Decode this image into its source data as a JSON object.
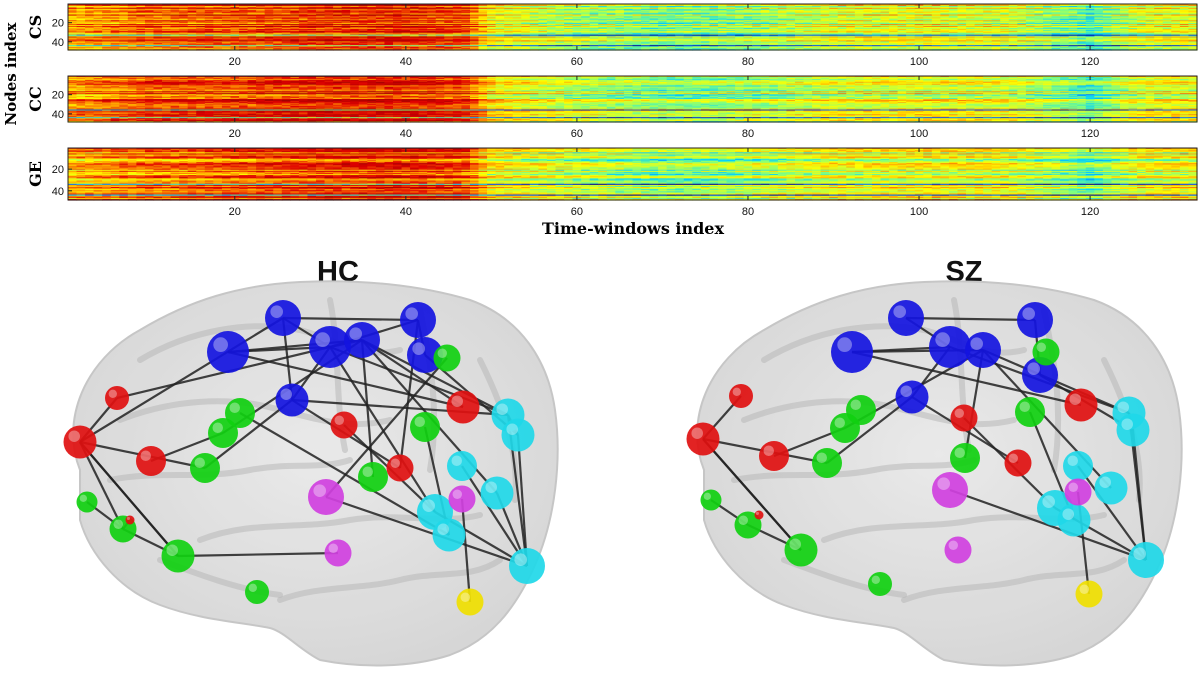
{
  "heatmap_panel": {
    "y_axis_title": "Nodes index",
    "x_axis_title": "Time-windows index"
  },
  "chart_data": [
    {
      "type": "heatmap",
      "panel": "CS",
      "title": "CS",
      "x_ticks": [
        20,
        40,
        60,
        80,
        100,
        120
      ],
      "y_ticks": [
        20,
        40
      ],
      "xlim": [
        1,
        132
      ],
      "ylim": [
        1,
        48
      ],
      "colormap": [
        "#00008f",
        "#0050ff",
        "#00d0ff",
        "#80ff80",
        "#ffff00",
        "#ff9000",
        "#e00000",
        "#a00000"
      ],
      "intensity_profile": [
        {
          "x": 1,
          "v": 0.7
        },
        {
          "x": 10,
          "v": 0.78
        },
        {
          "x": 20,
          "v": 0.8
        },
        {
          "x": 30,
          "v": 0.84
        },
        {
          "x": 40,
          "v": 0.85
        },
        {
          "x": 47,
          "v": 0.82
        },
        {
          "x": 50,
          "v": 0.6
        },
        {
          "x": 60,
          "v": 0.5
        },
        {
          "x": 70,
          "v": 0.45
        },
        {
          "x": 80,
          "v": 0.48
        },
        {
          "x": 90,
          "v": 0.56
        },
        {
          "x": 100,
          "v": 0.58
        },
        {
          "x": 110,
          "v": 0.56
        },
        {
          "x": 118,
          "v": 0.45
        },
        {
          "x": 120,
          "v": 0.4
        },
        {
          "x": 125,
          "v": 0.55
        },
        {
          "x": 132,
          "v": 0.58
        }
      ],
      "low_rows": [
        33,
        44
      ]
    },
    {
      "type": "heatmap",
      "panel": "CC",
      "title": "CC",
      "x_ticks": [
        20,
        40,
        60,
        80,
        100,
        120
      ],
      "y_ticks": [
        20,
        40
      ],
      "xlim": [
        1,
        132
      ],
      "ylim": [
        1,
        48
      ],
      "colormap": [
        "#00008f",
        "#0050ff",
        "#00d0ff",
        "#80ff80",
        "#ffff00",
        "#ff9000",
        "#e00000",
        "#a00000"
      ],
      "intensity_profile": [
        {
          "x": 1,
          "v": 0.72
        },
        {
          "x": 10,
          "v": 0.8
        },
        {
          "x": 20,
          "v": 0.82
        },
        {
          "x": 30,
          "v": 0.85
        },
        {
          "x": 40,
          "v": 0.86
        },
        {
          "x": 47,
          "v": 0.82
        },
        {
          "x": 50,
          "v": 0.62
        },
        {
          "x": 60,
          "v": 0.52
        },
        {
          "x": 70,
          "v": 0.46
        },
        {
          "x": 80,
          "v": 0.48
        },
        {
          "x": 90,
          "v": 0.56
        },
        {
          "x": 100,
          "v": 0.57
        },
        {
          "x": 110,
          "v": 0.56
        },
        {
          "x": 118,
          "v": 0.45
        },
        {
          "x": 120,
          "v": 0.4
        },
        {
          "x": 125,
          "v": 0.56
        },
        {
          "x": 132,
          "v": 0.58
        }
      ],
      "low_rows": [
        36,
        44
      ]
    },
    {
      "type": "heatmap",
      "panel": "GE",
      "title": "GE",
      "x_ticks": [
        20,
        40,
        60,
        80,
        100,
        120
      ],
      "y_ticks": [
        20,
        40
      ],
      "xlim": [
        1,
        132
      ],
      "ylim": [
        1,
        48
      ],
      "colormap": [
        "#00008f",
        "#0050ff",
        "#00d0ff",
        "#80ff80",
        "#ffff00",
        "#ff9000",
        "#e00000",
        "#a00000"
      ],
      "intensity_profile": [
        {
          "x": 1,
          "v": 0.66
        },
        {
          "x": 10,
          "v": 0.72
        },
        {
          "x": 20,
          "v": 0.76
        },
        {
          "x": 30,
          "v": 0.8
        },
        {
          "x": 40,
          "v": 0.82
        },
        {
          "x": 47,
          "v": 0.78
        },
        {
          "x": 50,
          "v": 0.58
        },
        {
          "x": 60,
          "v": 0.5
        },
        {
          "x": 70,
          "v": 0.44
        },
        {
          "x": 80,
          "v": 0.47
        },
        {
          "x": 90,
          "v": 0.54
        },
        {
          "x": 100,
          "v": 0.56
        },
        {
          "x": 110,
          "v": 0.55
        },
        {
          "x": 118,
          "v": 0.44
        },
        {
          "x": 120,
          "v": 0.4
        },
        {
          "x": 125,
          "v": 0.54
        },
        {
          "x": 132,
          "v": 0.56
        }
      ],
      "low_rows": [
        34,
        44
      ]
    }
  ],
  "brains": [
    {
      "title": "HC",
      "nodes": [
        {
          "c": "blue",
          "r": 1.2
        },
        {
          "c": "blue",
          "r": 1.2
        },
        {
          "c": "blue",
          "r": 1.4
        },
        {
          "c": "blue",
          "r": 1.4
        },
        {
          "c": "blue",
          "r": 1.1
        },
        {
          "c": "blue",
          "r": 1.2
        },
        {
          "c": "blue",
          "r": 1.2
        },
        {
          "c": "green",
          "r": 1.0
        },
        {
          "c": "green",
          "r": 1.0
        },
        {
          "c": "green",
          "r": 1.0
        },
        {
          "c": "green",
          "r": 1.0
        },
        {
          "c": "green",
          "r": 0.9
        },
        {
          "c": "green",
          "r": 1.0
        },
        {
          "c": "green",
          "r": 1.1
        },
        {
          "c": "green",
          "r": 0.9
        },
        {
          "c": "red",
          "r": 0.8
        },
        {
          "c": "red",
          "r": 1.1
        },
        {
          "c": "red",
          "r": 1.0
        },
        {
          "c": "red",
          "r": 1.1
        },
        {
          "c": "red",
          "r": 0.9
        },
        {
          "c": "red",
          "r": 0.9
        },
        {
          "c": "red",
          "r": 0.3
        },
        {
          "c": "cyan",
          "r": 1.1
        },
        {
          "c": "cyan",
          "r": 1.1
        },
        {
          "c": "cyan",
          "r": 1.0
        },
        {
          "c": "cyan",
          "r": 1.1
        },
        {
          "c": "cyan",
          "r": 1.2
        },
        {
          "c": "cyan",
          "r": 1.1
        },
        {
          "c": "cyan",
          "r": 1.2
        },
        {
          "c": "magenta",
          "r": 1.2
        },
        {
          "c": "magenta",
          "r": 0.9
        },
        {
          "c": "magenta",
          "r": 0.9
        },
        {
          "c": "yellow",
          "r": 0.9
        },
        {
          "c": "green",
          "r": 0.7
        },
        {
          "c": "green",
          "r": 0.8
        }
      ],
      "edges": [
        [
          0,
          1
        ],
        [
          0,
          3
        ],
        [
          0,
          4
        ],
        [
          1,
          5
        ],
        [
          1,
          3
        ],
        [
          2,
          3
        ],
        [
          2,
          6
        ],
        [
          3,
          4
        ],
        [
          3,
          22
        ],
        [
          3,
          6
        ],
        [
          4,
          9
        ],
        [
          4,
          22
        ],
        [
          5,
          23
        ],
        [
          6,
          22
        ],
        [
          7,
          27
        ],
        [
          8,
          6
        ],
        [
          9,
          16
        ],
        [
          10,
          6
        ],
        [
          11,
          29
        ],
        [
          12,
          27
        ],
        [
          13,
          16
        ],
        [
          14,
          16
        ],
        [
          15,
          16
        ],
        [
          15,
          3
        ],
        [
          16,
          13
        ],
        [
          17,
          8
        ],
        [
          18,
          6
        ],
        [
          19,
          26
        ],
        [
          20,
          4
        ],
        [
          21,
          14
        ],
        [
          22,
          23
        ],
        [
          22,
          28
        ],
        [
          23,
          28
        ],
        [
          24,
          28
        ],
        [
          25,
          28
        ],
        [
          26,
          28
        ],
        [
          29,
          28
        ],
        [
          30,
          13
        ],
        [
          31,
          32
        ],
        [
          33,
          14
        ],
        [
          14,
          13
        ],
        [
          3,
          26
        ],
        [
          6,
          25
        ],
        [
          2,
          18
        ],
        [
          1,
          20
        ],
        [
          0,
          16
        ]
      ]
    },
    {
      "title": "SZ",
      "nodes": [
        {
          "c": "blue",
          "r": 1.2
        },
        {
          "c": "blue",
          "r": 1.2
        },
        {
          "c": "blue",
          "r": 1.4
        },
        {
          "c": "blue",
          "r": 1.4
        },
        {
          "c": "blue",
          "r": 1.1
        },
        {
          "c": "blue",
          "r": 1.2
        },
        {
          "c": "blue",
          "r": 1.2
        },
        {
          "c": "green",
          "r": 1.0
        },
        {
          "c": "green",
          "r": 1.0
        },
        {
          "c": "green",
          "r": 1.0
        },
        {
          "c": "green",
          "r": 1.0
        },
        {
          "c": "green",
          "r": 0.9
        },
        {
          "c": "green",
          "r": 1.0
        },
        {
          "c": "green",
          "r": 1.1
        },
        {
          "c": "green",
          "r": 0.9
        },
        {
          "c": "red",
          "r": 0.8
        },
        {
          "c": "red",
          "r": 1.1
        },
        {
          "c": "red",
          "r": 1.0
        },
        {
          "c": "red",
          "r": 1.1
        },
        {
          "c": "red",
          "r": 0.9
        },
        {
          "c": "red",
          "r": 0.9
        },
        {
          "c": "red",
          "r": 0.3
        },
        {
          "c": "cyan",
          "r": 1.1
        },
        {
          "c": "cyan",
          "r": 1.1
        },
        {
          "c": "cyan",
          "r": 1.0
        },
        {
          "c": "cyan",
          "r": 1.1
        },
        {
          "c": "cyan",
          "r": 1.2
        },
        {
          "c": "cyan",
          "r": 1.1
        },
        {
          "c": "cyan",
          "r": 1.2
        },
        {
          "c": "magenta",
          "r": 1.2
        },
        {
          "c": "magenta",
          "r": 0.9
        },
        {
          "c": "magenta",
          "r": 0.9
        },
        {
          "c": "yellow",
          "r": 0.9
        },
        {
          "c": "green",
          "r": 0.7
        },
        {
          "c": "green",
          "r": 0.8
        }
      ],
      "edges": [
        [
          0,
          1
        ],
        [
          0,
          3
        ],
        [
          1,
          5
        ],
        [
          2,
          3
        ],
        [
          2,
          6
        ],
        [
          3,
          4
        ],
        [
          3,
          22
        ],
        [
          4,
          9
        ],
        [
          5,
          23
        ],
        [
          6,
          22
        ],
        [
          8,
          6
        ],
        [
          9,
          16
        ],
        [
          10,
          6
        ],
        [
          12,
          27
        ],
        [
          13,
          16
        ],
        [
          15,
          16
        ],
        [
          16,
          13
        ],
        [
          17,
          8
        ],
        [
          19,
          26
        ],
        [
          20,
          4
        ],
        [
          22,
          23
        ],
        [
          22,
          28
        ],
        [
          23,
          28
        ],
        [
          24,
          28
        ],
        [
          26,
          28
        ],
        [
          29,
          28
        ],
        [
          31,
          32
        ],
        [
          33,
          14
        ],
        [
          14,
          13
        ],
        [
          6,
          25
        ],
        [
          2,
          18
        ]
      ]
    }
  ],
  "node_colors": {
    "blue": "#1414e0",
    "green": "#10d010",
    "red": "#e01010",
    "cyan": "#20d8e8",
    "magenta": "#d040e0",
    "yellow": "#f0e000"
  }
}
